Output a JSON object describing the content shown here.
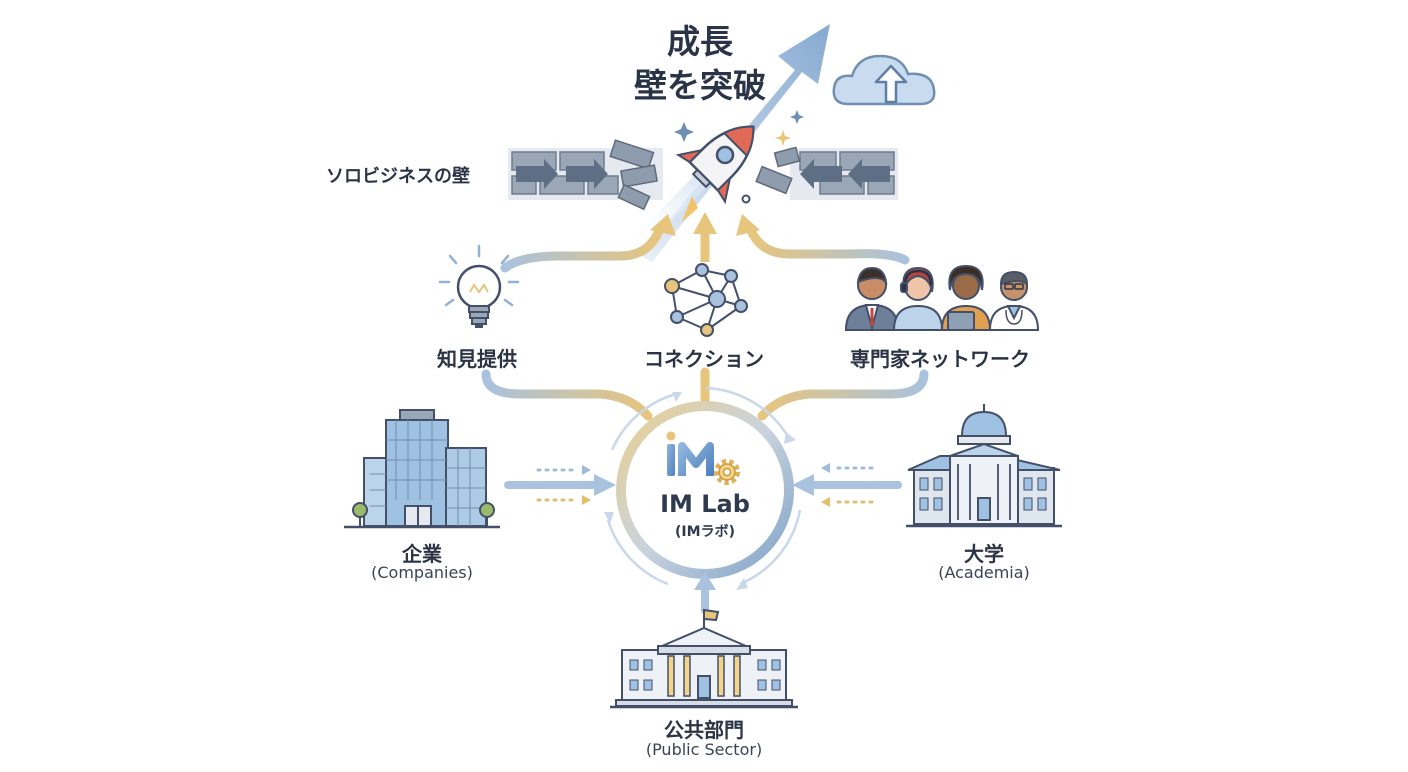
{
  "title": {
    "line1": "成長",
    "line2": "壁を突破"
  },
  "wall": {
    "label": "ソロビジネスの壁"
  },
  "top_nodes": {
    "knowledge": "知見提供",
    "connection": "コネクション",
    "network": "専門家ネットワーク"
  },
  "hub": {
    "name": "IM Lab",
    "sub": "(IMラボ)",
    "logo_text": "IM"
  },
  "side_nodes": {
    "companies": {
      "label": "企業",
      "sub": "(Companies)"
    },
    "academia": {
      "label": "大学",
      "sub": "(Academia)"
    },
    "public": {
      "label": "公共部門",
      "sub": "(Public Sector)"
    }
  },
  "icons": {
    "growth": "growth-arrow-icon",
    "cloud": "cloud-upload-icon",
    "rocket": "rocket-icon",
    "bulb": "lightbulb-icon",
    "network": "network-nodes-icon",
    "people": "experts-group-icon",
    "office": "office-building-icon",
    "university": "university-building-icon",
    "government": "government-building-icon",
    "gear": "gear-icon"
  },
  "colors": {
    "blue": "#8fb2d6",
    "gold": "#e8c57a",
    "dark": "#2b3345",
    "wall": "#9aa7b7",
    "rocket_red": "#e06a55"
  }
}
